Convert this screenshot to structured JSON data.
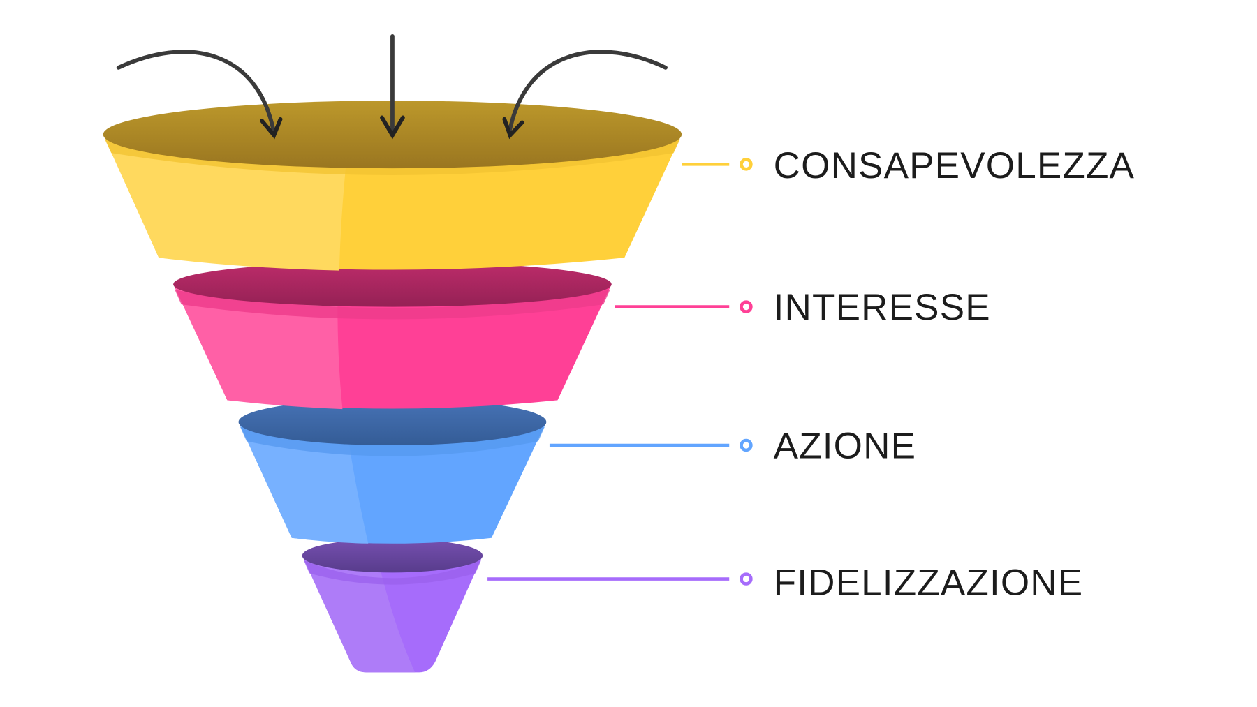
{
  "stages": [
    {
      "label": "CONSAPEVOLEZZA",
      "color": "#FFD03A",
      "color_light": "#FFD95E",
      "rim": "#F2C332",
      "top": "#9E7A22",
      "top_light": "#BC982B"
    },
    {
      "label": "INTERESSE",
      "color": "#FF4096",
      "color_light": "#FF60A6",
      "rim": "#EE3B8B",
      "top": "#9C2358",
      "top_light": "#BD2C6A"
    },
    {
      "label": "AZIONE",
      "color": "#62A5FF",
      "color_light": "#77B1FF",
      "rim": "#569AF0",
      "top": "#365F9A",
      "top_light": "#4773B6"
    },
    {
      "label": "FIDELIZZAZIONE",
      "color": "#A66CFB",
      "color_light": "#AE7CF8",
      "rim": "#9B62EE",
      "top": "#5A3D8F",
      "top_light": "#7650B0"
    }
  ],
  "arrows": {
    "color": "#3a3a3a",
    "icon": "arrow-down-icon"
  }
}
